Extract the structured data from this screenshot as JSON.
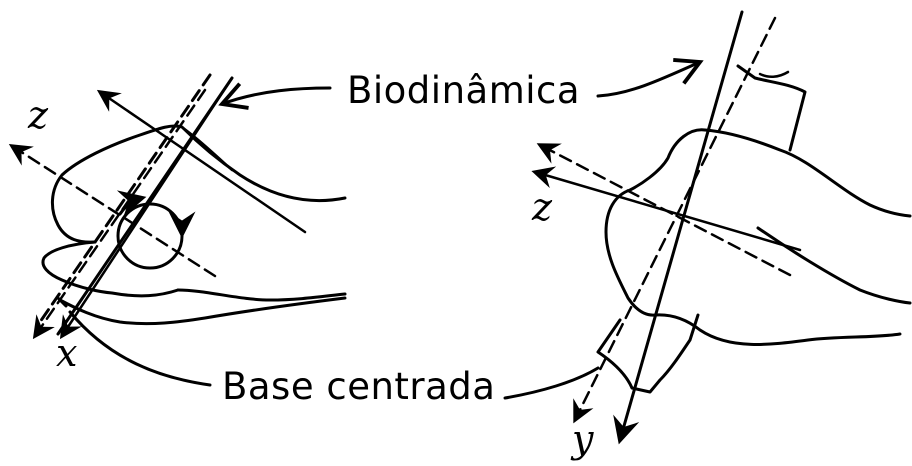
{
  "labels": {
    "biodinamica": "Biodinâmica",
    "base_centrada": "Base centrada"
  },
  "axes": {
    "left_z": "z",
    "left_x": "x",
    "right_z": "z",
    "right_y": "y"
  },
  "colors": {
    "ink": "#000000",
    "background": "#ffffff"
  }
}
